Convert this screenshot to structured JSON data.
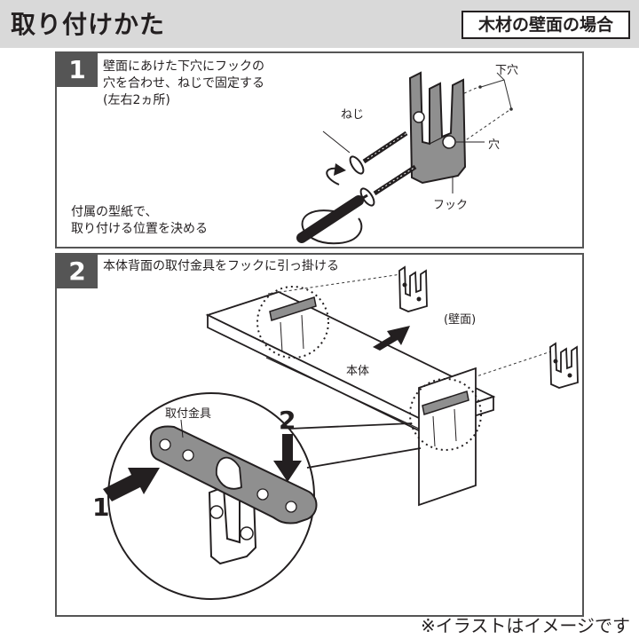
{
  "header": {
    "title": "取り付けかた",
    "tag": "木材の壁面の場合"
  },
  "step1": {
    "number": "1",
    "instruction_lines": [
      "壁面にあけた下穴にフックの",
      "穴を合わせ、ねじで固定する",
      "(左右2ヵ所)"
    ],
    "note_lines": [
      "付属の型紙で、",
      "取り付ける位置を決める"
    ],
    "labels": {
      "screw": "ねじ",
      "pilot_hole": "下穴",
      "hole": "穴",
      "hook": "フック"
    }
  },
  "step2": {
    "number": "2",
    "instruction": "本体背面の取付金具をフックに引っ掛ける",
    "labels": {
      "wall": "(壁面)",
      "body": "本体",
      "bracket": "取付金具"
    },
    "arrow_numbers": [
      "1",
      "2"
    ]
  },
  "footnote": "※イラストはイメージです",
  "colors": {
    "header_bg": "#d9d9d9",
    "panel_border": "#555555",
    "number_bg": "#555555",
    "metal": "#8f8f8f"
  }
}
